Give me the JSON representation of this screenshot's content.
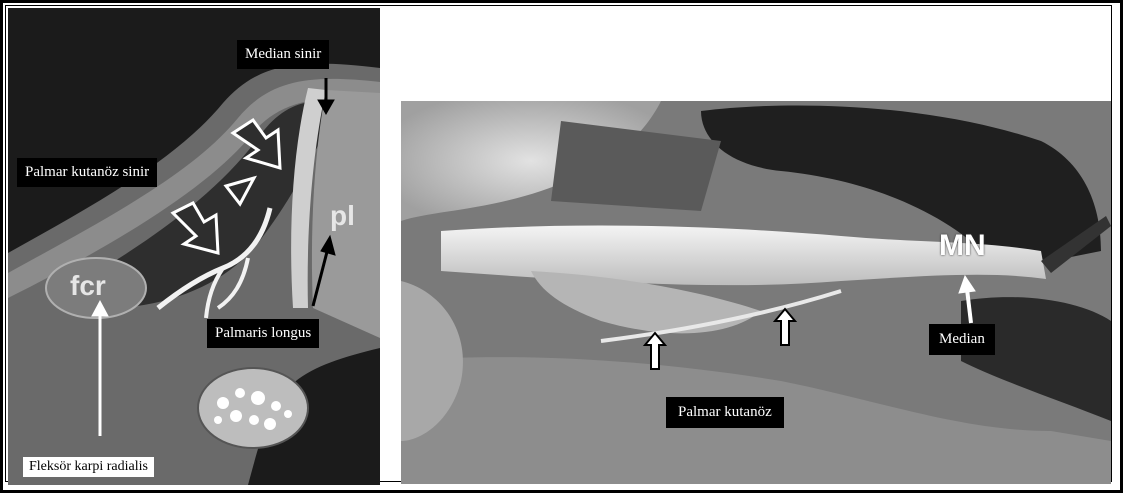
{
  "labels": {
    "median_sinir": "Median sinir",
    "palmar_kutanoz_sinir": "Palmar kutanöz sinir",
    "palmaris_longus": "Palmaris longus",
    "fleksor_karpi_radialis": "Fleksör karpi radialis",
    "median": "Median",
    "palmar_kutanoz": "Palmar kutanöz"
  },
  "diagram_letters": {
    "fcr": "fcr",
    "pl": "pl"
  },
  "photo_letters": {
    "mn": "MN"
  }
}
